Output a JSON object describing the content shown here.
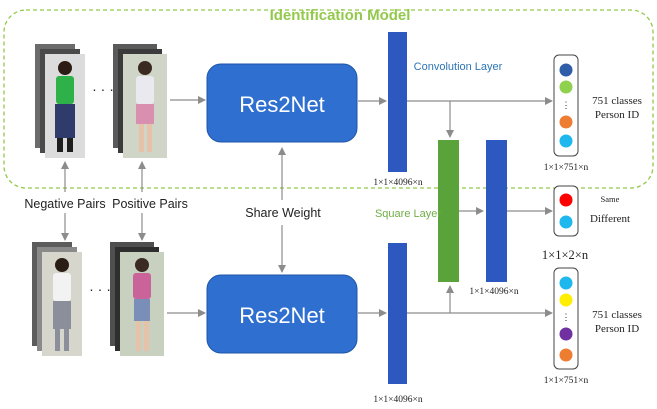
{
  "title": "Identification Model",
  "res2net_top": "Res2Net",
  "res2net_bottom": "Res2Net",
  "conv_layer": "Convolution Layer",
  "square_layer": "Square Layer",
  "share_weight": "Share Weight",
  "negative_pairs": "Negative Pairs",
  "positive_pairs": "Positive Pairs",
  "ellipsis": "· · ·",
  "dims_top": "1×1×4096×n",
  "dims_bottom": "1×1×4096×n",
  "dims_mid": "1×1×4096×n",
  "classes_top": {
    "line1": "751 classes",
    "line2": "Person ID",
    "dims": "1×1×751×n"
  },
  "classes_bottom": {
    "line1": "751 classes",
    "line2": "Person ID",
    "dims": "1×1×751×n"
  },
  "verif": {
    "line1": "Same",
    "line2": "Different",
    "dims": "1×1×2×n"
  },
  "colors": {
    "title_green": "#92c94a",
    "dashed_border": "#92c94a",
    "res_blue": "#2e6fd0",
    "bar_blue": "#2c58c0",
    "bar_green": "#5aa23a",
    "conv_text": "#2e75b6",
    "square_text": "#70ad47",
    "arrow": "#8c8c8c",
    "dot_blue": "#2f5ea8",
    "dot_green": "#8fd14f",
    "dot_orange": "#ed7d31",
    "dot_cyan": "#1fb8ee",
    "dot_red": "#ff0000",
    "dot_yellow": "#ffee00",
    "dot_purple": "#7030a0"
  }
}
